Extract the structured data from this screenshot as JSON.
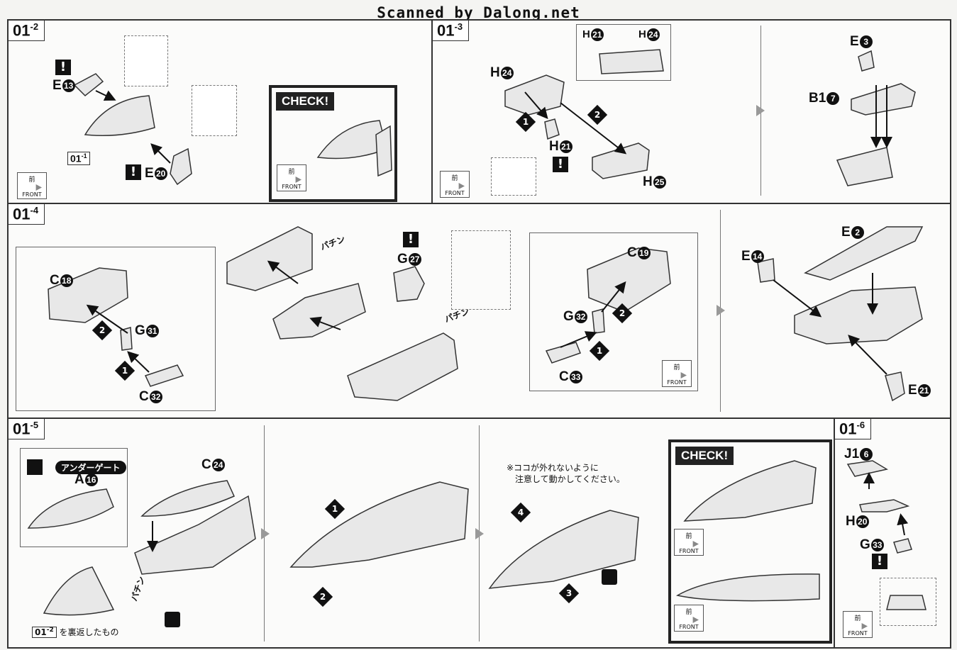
{
  "watermark": "Scanned by Dalong.net",
  "steps": {
    "s2": {
      "label": "01",
      "sub": "-2",
      "ref": "01",
      "ref_sub": "-1"
    },
    "s3": {
      "label": "01",
      "sub": "-3"
    },
    "s4": {
      "label": "01",
      "sub": "-4"
    },
    "s5": {
      "label": "01",
      "sub": "-5"
    },
    "s6": {
      "label": "01",
      "sub": "-6"
    }
  },
  "check_label": "CHECK!",
  "front_label": "FRONT",
  "front_kanji": "前",
  "warn_symbol": "!",
  "parts": {
    "e13": "E",
    "e13n": "13",
    "e20": "E",
    "e20n": "20",
    "h21a": "H",
    "h21an": "21",
    "h24a": "H",
    "h24an": "24",
    "h24": "H",
    "h24n": "24",
    "h21": "H",
    "h21n": "21",
    "h25": "H",
    "h25n": "25",
    "e3": "E",
    "e3n": "3",
    "b17": "B1",
    "b17n": "7",
    "c18": "C",
    "c18n": "18",
    "g31": "G",
    "g31n": "31",
    "c32": "C",
    "c32n": "32",
    "g27": "G",
    "g27n": "27",
    "c19": "C",
    "c19n": "19",
    "g32": "G",
    "g32n": "32",
    "c33": "C",
    "c33n": "33",
    "e2": "E",
    "e2n": "2",
    "e14": "E",
    "e14n": "14",
    "e21": "E",
    "e21n": "21",
    "c24": "C",
    "c24n": "24",
    "a16": "A",
    "a16n": "16",
    "j16": "J1",
    "j16n": "6",
    "h20": "H",
    "h20n": "20",
    "g33": "G",
    "g33n": "33"
  },
  "order": {
    "one": "1",
    "two": "2",
    "three": "3",
    "four": "4"
  },
  "snap_text": "パチン",
  "undergate": "アンダーゲート",
  "note_line1": "※ココが外れないように",
  "note_line2": "注意して動かしてください。",
  "flip_note": "を裏返したもの"
}
